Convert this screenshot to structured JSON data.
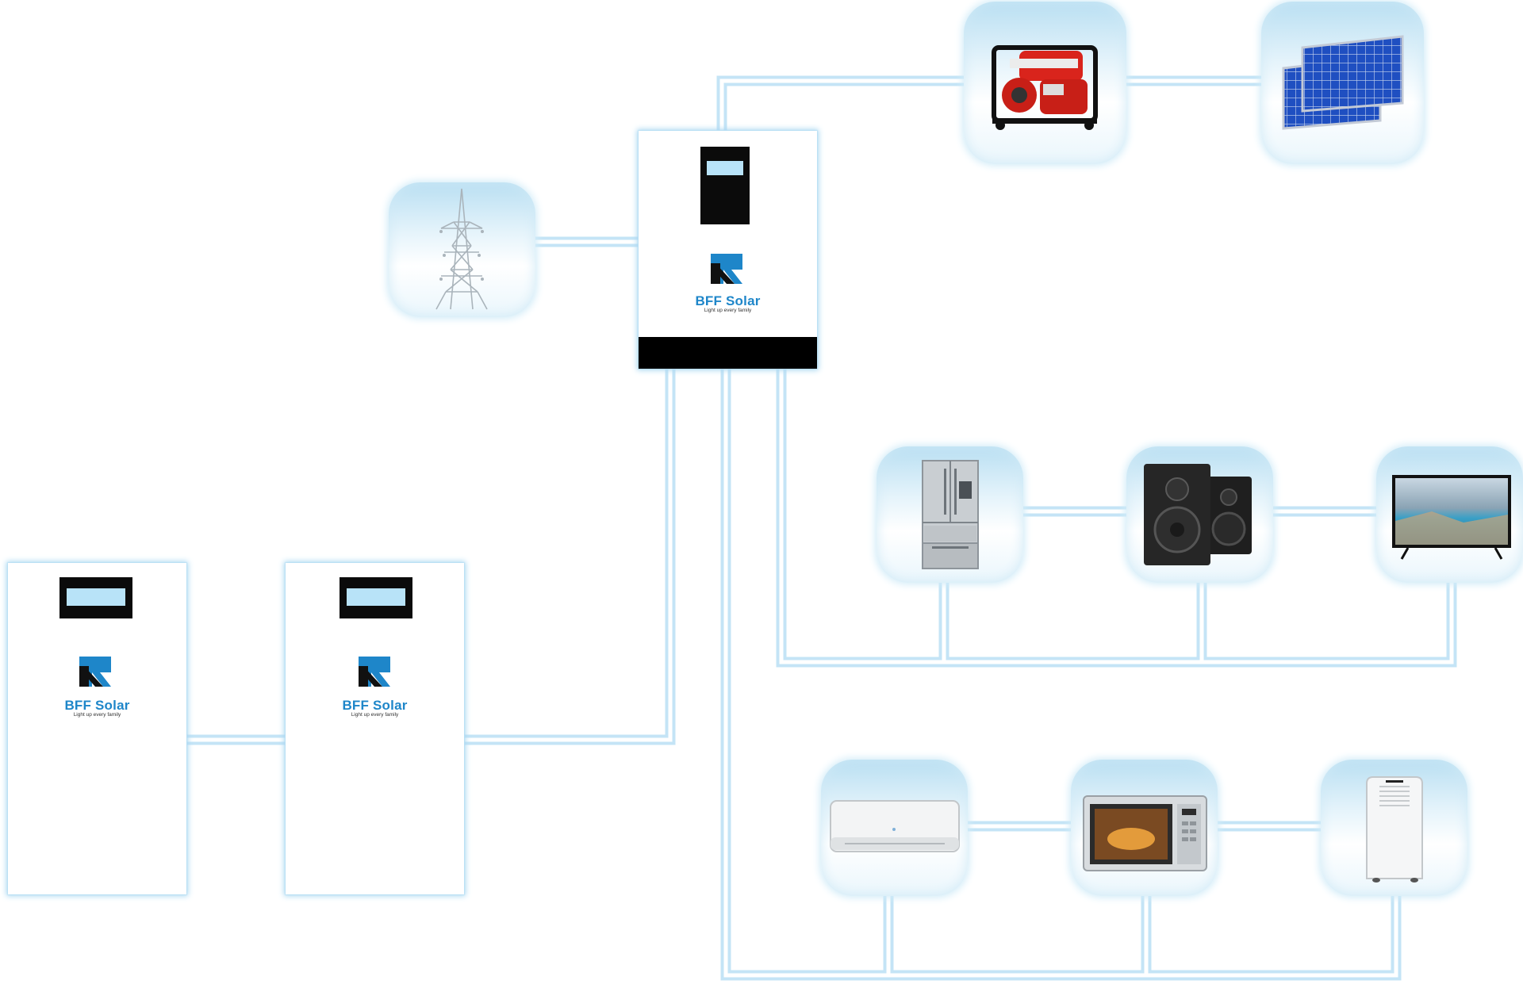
{
  "inverter": {
    "brand": "BFF Solar",
    "tagline": "Light up every family"
  },
  "battery_1": {
    "brand": "BFF Solar",
    "tagline": "Light up every family"
  },
  "battery_2": {
    "brand": "BFF Solar",
    "tagline": "Light up every family"
  },
  "colors": {
    "wire": "#c9e6f7",
    "wire_glow": "#e8f5fc",
    "brand_blue": "#1e86c9",
    "tile_top": "#b9dff2"
  },
  "devices": [
    "utility-grid-tower",
    "petrol-generator",
    "solar-panels",
    "refrigerator",
    "bookshelf-speakers",
    "television",
    "air-conditioner",
    "microwave-oven",
    "portable-air-conditioner"
  ]
}
